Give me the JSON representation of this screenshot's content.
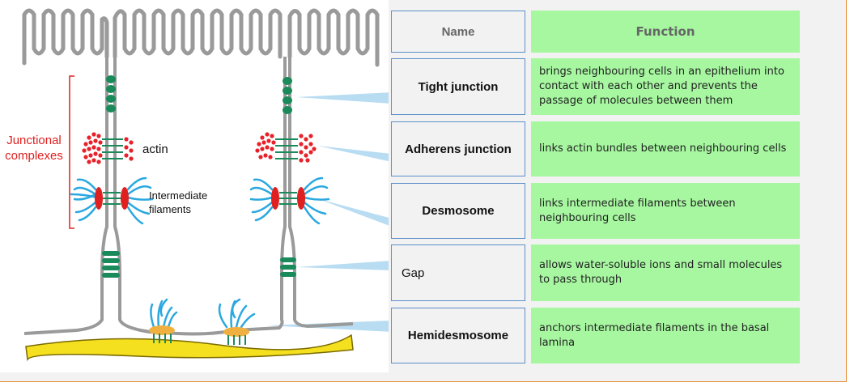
{
  "diagram": {
    "label_junctional": "Junctional complexes",
    "label_actin": "actin",
    "label_intermediate": "Intermediate filaments"
  },
  "table": {
    "header_name": "Name",
    "header_function": "Function",
    "rows": [
      {
        "name": "Tight junction",
        "function": "brings neighbouring cells in an epithelium into contact with each other and prevents the passage of molecules between them"
      },
      {
        "name": "Adherens junction",
        "function": "links actin bundles between neighbouring cells"
      },
      {
        "name": "Desmosome",
        "function": "links intermediate filaments between neighbouring cells"
      },
      {
        "name": "Gap",
        "function": "allows water-soluble ions and small molecules to pass through"
      },
      {
        "name": "Hemidesmosome",
        "function": "anchors intermediate filaments in the basal lamina"
      }
    ]
  },
  "colors": {
    "membrane": "#9a9a9a",
    "junction_green": "#1a8a5a",
    "actin_red": "#e8202a",
    "filament_blue": "#2aa8e0",
    "plaque_orange": "#f0b040",
    "basal_yellow": "#f5e020",
    "pointer_blue": "#b8dcf2",
    "accent_red": "#e02020"
  }
}
